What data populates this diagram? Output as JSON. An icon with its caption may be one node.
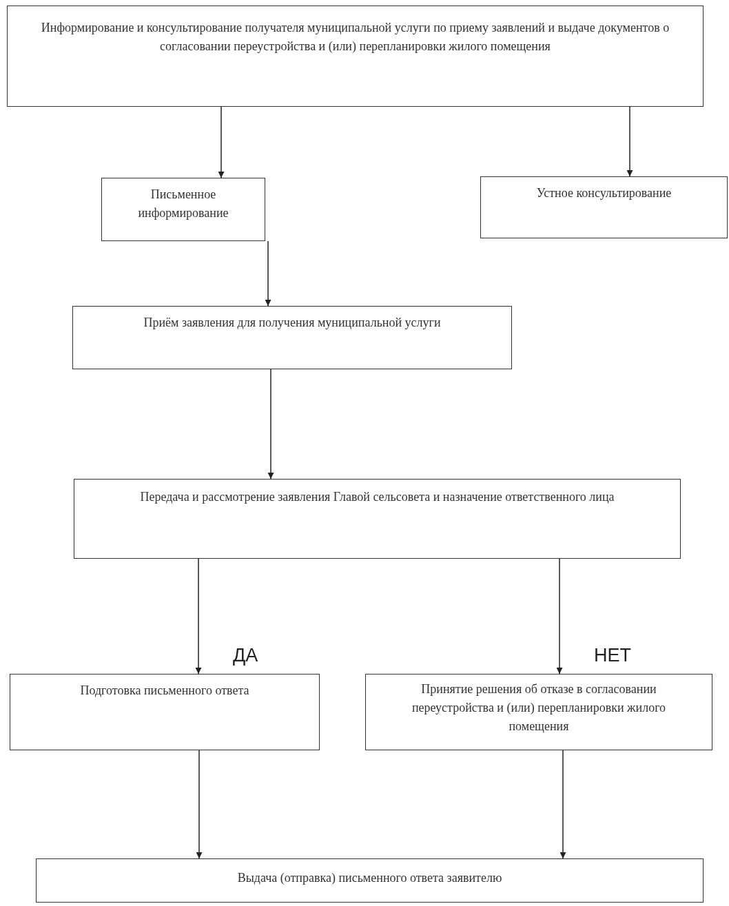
{
  "diagram": {
    "nodes": [
      {
        "text": [
          "Информирование и консультирование получателя муниципальной услуги  по приему заявлений и выдаче документов о согласовании переустройства и (или) перепланировки жилого помещения"
        ]
      },
      {
        "text": [
          "Письменное информирование"
        ]
      },
      {
        "text": [
          "Устное консультирование"
        ]
      },
      {
        "text": [
          "Приём заявления для получения муниципальной услуги"
        ]
      },
      {
        "text": [
          "Передача и рассмотрение заявления Главой сельсовета и назначение ответственного лица"
        ]
      },
      {
        "text": [
          "Подготовка письменного ответа"
        ]
      },
      {
        "text": [
          "Принятие решения об отказе в согласовании переустройства и (или) перепланировки жилого помещения"
        ]
      },
      {
        "text": [
          "Выдача (отправка) письменного ответа заявителю"
        ]
      }
    ],
    "edges": [
      {
        "from": 0,
        "to": 1,
        "arrow": "to"
      },
      {
        "from": 0,
        "to": 2,
        "arrow": "to"
      },
      {
        "from": 1,
        "to": 3,
        "arrow": "to"
      },
      {
        "from": 3,
        "to": 4,
        "arrow": "to"
      },
      {
        "from": 4,
        "to": 5,
        "arrow": "to",
        "label": "ДА"
      },
      {
        "from": 4,
        "to": 6,
        "arrow": "to",
        "label": "НЕТ"
      },
      {
        "from": 5,
        "to": 7,
        "arrow": "to"
      },
      {
        "from": 6,
        "to": 7,
        "arrow": "to"
      }
    ]
  }
}
